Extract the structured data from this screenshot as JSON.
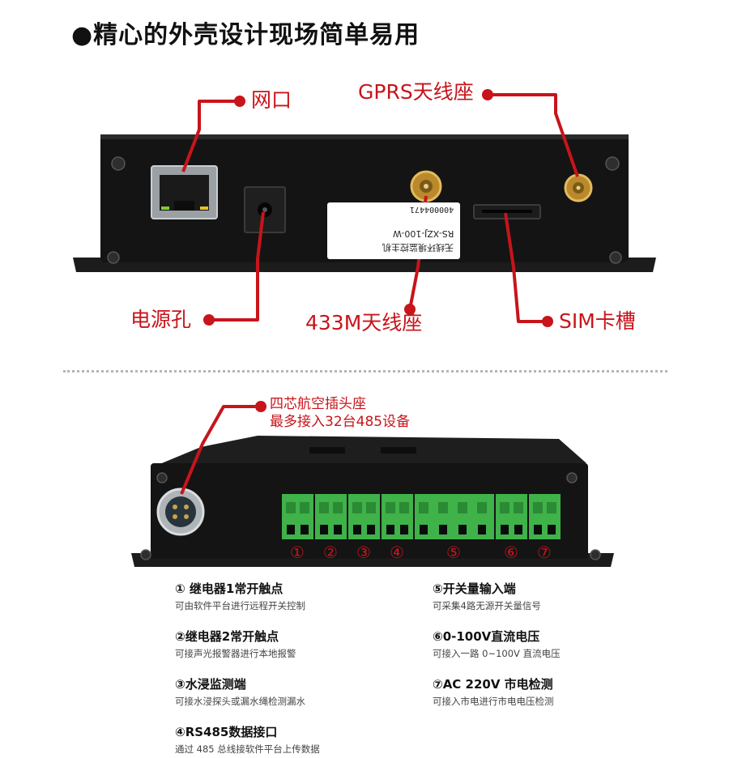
{
  "heading": "●精心的外壳设计现场简单易用",
  "top_callouts": {
    "network_port": "网口",
    "gprs_antenna": "GPRS天线座",
    "power_jack": "电源孔",
    "antenna_433m": "433M天线座",
    "sim_slot": "SIM卡槽"
  },
  "device_label": {
    "serial": "400004471",
    "model": "RS-XZJ-100-W",
    "name": "无线环境监控主机"
  },
  "bottom_callout": {
    "line1": "四芯航空插头座",
    "line2": "最多接入32台485设备"
  },
  "terminal_numbers": [
    "①",
    "②",
    "③",
    "④",
    "⑤",
    "⑥",
    "⑦"
  ],
  "descriptions": [
    {
      "title": "① 继电器1常开触点",
      "sub": "可由软件平台进行远程开关控制"
    },
    {
      "title": "②继电器2常开触点",
      "sub": "可接声光报警器进行本地报警"
    },
    {
      "title": "③水浸监测端",
      "sub": "可接水浸探头或漏水绳检测漏水"
    },
    {
      "title": "④RS485数据接口",
      "sub": "通过 485 总线接软件平台上传数据"
    },
    {
      "title": "⑤开关量输入端",
      "sub": "可采集4路无源开关量信号"
    },
    {
      "title": "⑥0-100V直流电压",
      "sub": "可接入一路 0~100V 直流电压"
    },
    {
      "title": "⑦AC 220V 市电检测",
      "sub": "可接入市电进行市电电压检测"
    }
  ],
  "colors": {
    "accent_red": "#c8141b",
    "device_body": "#141414",
    "terminal_green": "#3fb24a"
  }
}
